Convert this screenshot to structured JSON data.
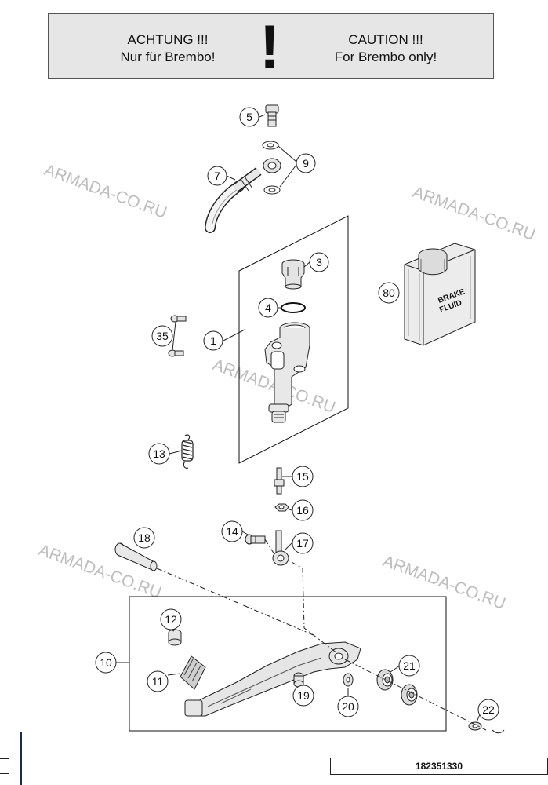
{
  "caution": {
    "de_line1": "ACHTUNG !!!",
    "de_line2": "Nur für Brembo!",
    "mark": "!",
    "en_line1": "CAUTION !!!",
    "en_line2": "For Brembo only!"
  },
  "watermark": "ARMADA-CO.RU",
  "can_label": {
    "line1": "BRAKE",
    "line2": "FLUID"
  },
  "callouts": {
    "c1": "1",
    "c3": "3",
    "c4": "4",
    "c5": "5",
    "c7": "7",
    "c9": "9",
    "c10": "10",
    "c11": "11",
    "c12": "12",
    "c13": "13",
    "c14": "14",
    "c15": "15",
    "c16": "16",
    "c17": "17",
    "c18": "18",
    "c19": "19",
    "c20": "20",
    "c21": "21",
    "c22": "22",
    "c35": "35",
    "c80": "80"
  },
  "footer": {
    "drawing_number": "182351330"
  }
}
